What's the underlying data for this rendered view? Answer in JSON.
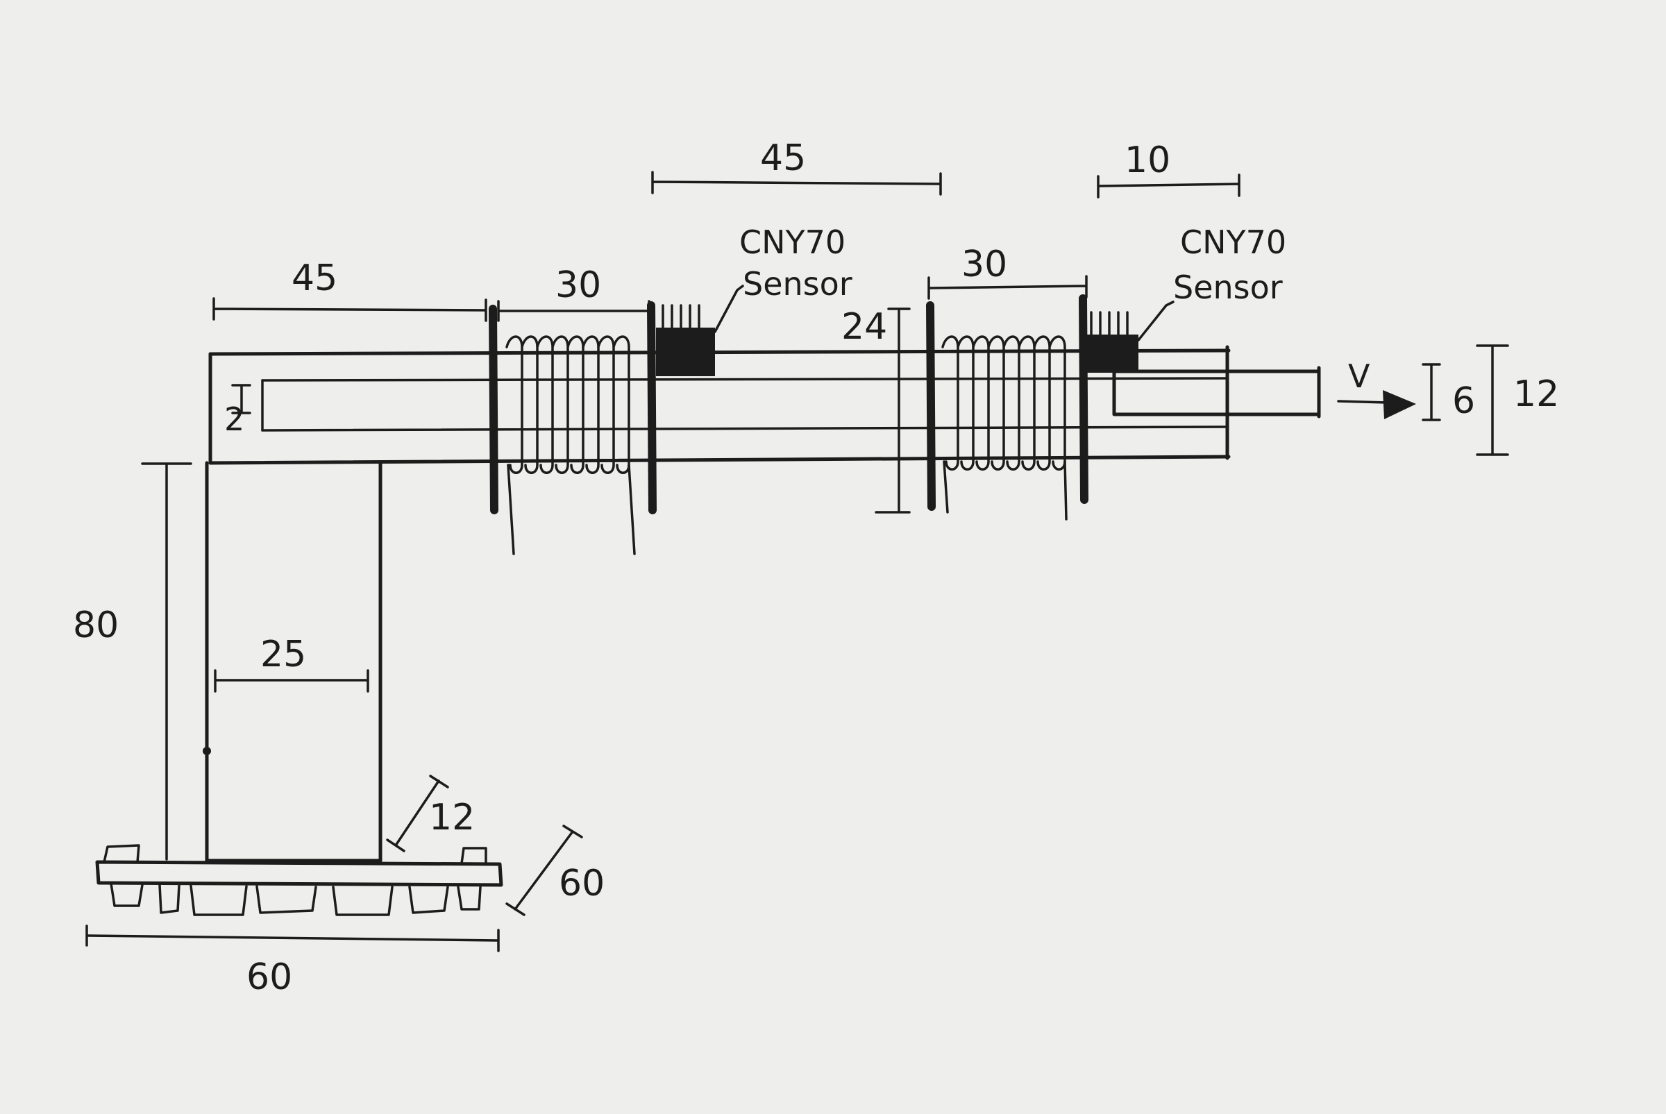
{
  "diagram": {
    "dimensions": {
      "arm_length": "45",
      "coil_1_length": "30",
      "sensor_spacing": "45",
      "coil_2_length": "30",
      "sensor_width": "10",
      "coil_diameter": "24",
      "slot_height": "2",
      "projectile_height": "6",
      "tube_height": "12",
      "stand_height": "80",
      "stand_width": "25",
      "stand_depth": "12",
      "base_depth": "60",
      "base_width": "60"
    },
    "sensors": {
      "sensor_1_model": "CNY70",
      "sensor_1_label": "Sensor",
      "sensor_2_model": "CNY70",
      "sensor_2_label": "Sensor"
    },
    "velocity_label": "V"
  },
  "colors": {
    "paper": "#eeeeec",
    "ink": "#1c1c1c"
  }
}
